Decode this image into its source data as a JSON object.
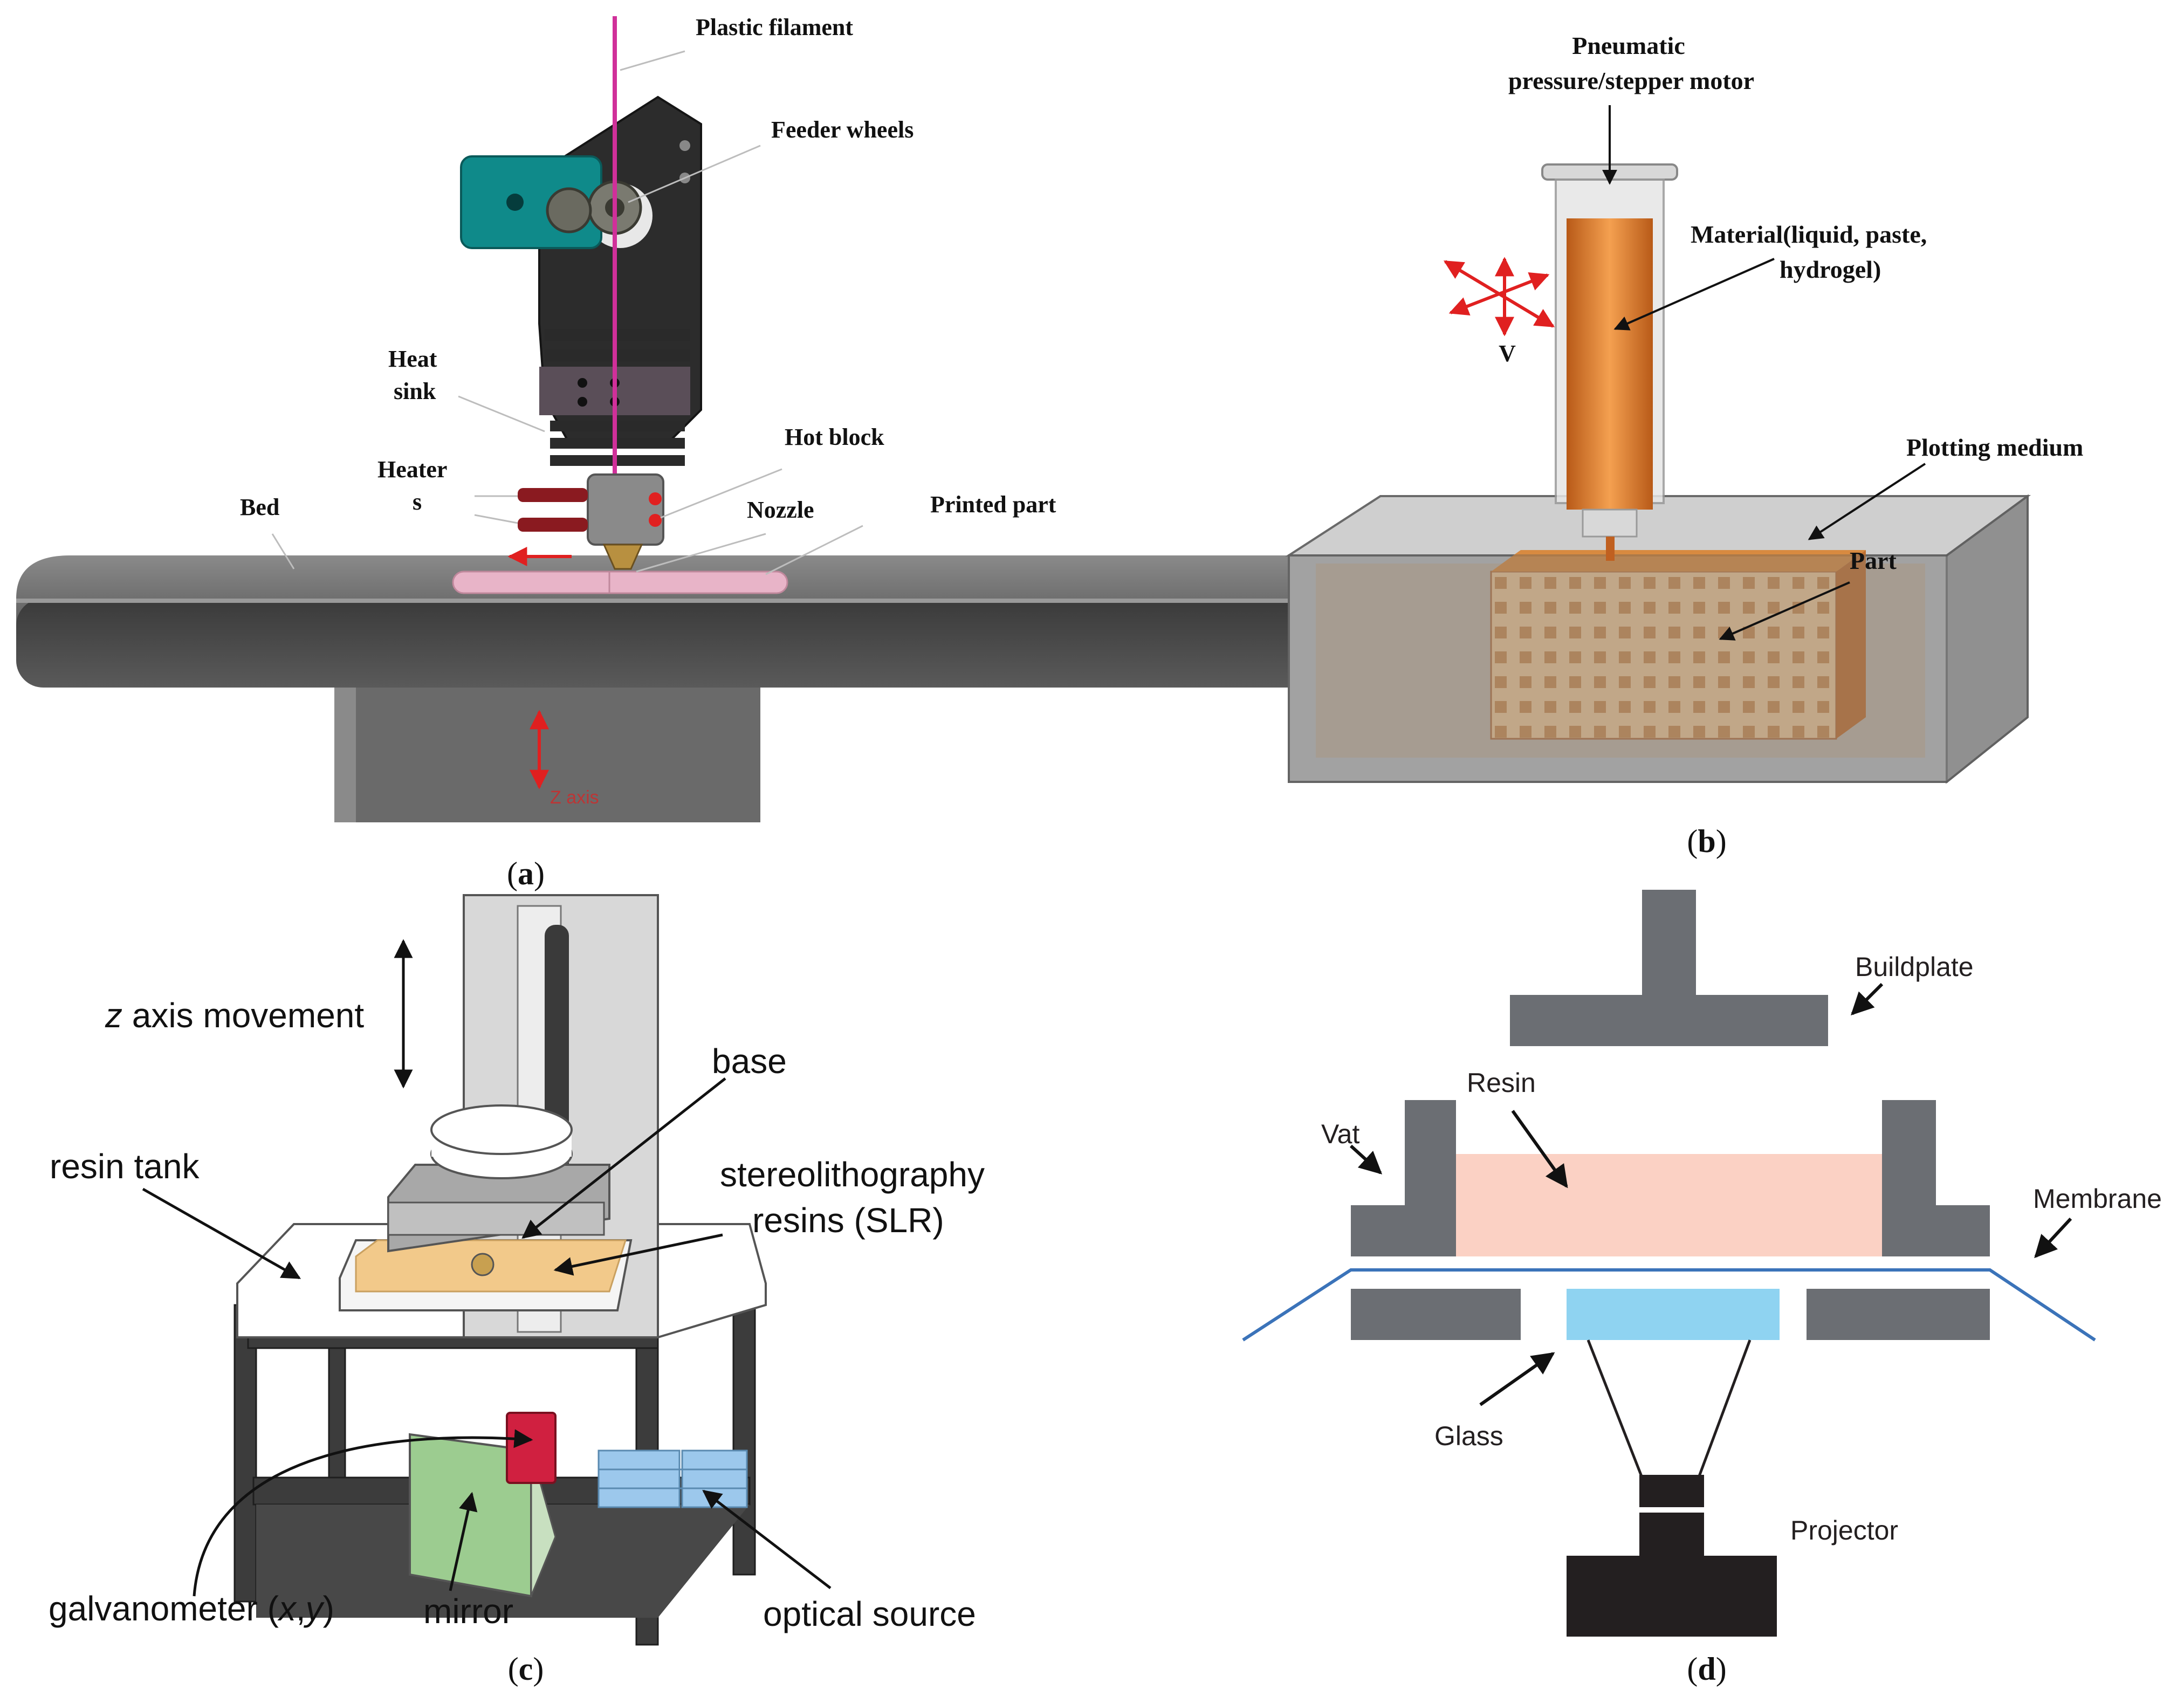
{
  "panels": {
    "a": {
      "caption_letter": "a",
      "labels": {
        "plastic_filament": "Plastic filament",
        "feeder_wheels": "Feeder wheels",
        "heat_sink_line1": "Heat",
        "heat_sink_line2": "sink",
        "heaters_line1": "Heater",
        "heaters_line2": "s",
        "hot_block": "Hot block",
        "bed": "Bed",
        "nozzle": "Nozzle",
        "printed_part": "Printed part"
      },
      "colors": {
        "filament": "#d0309a",
        "motor": "#0f8a8a",
        "bed": "#4a4a4a",
        "heater": "#8a1a20",
        "part": "#e8b4c8",
        "arrow": "#e02020"
      }
    },
    "b": {
      "caption_letter": "b",
      "labels": {
        "pneumatic_line1": "Pneumatic",
        "pneumatic_line2": "pressure/stepper motor",
        "material_line1": "Material(liquid, paste,",
        "material_line2": "hydrogel)",
        "velocity": "V",
        "plotting_medium": "Plotting medium",
        "part": "Part"
      },
      "colors": {
        "syringe": "#e08030",
        "tank": "#8e8e8e",
        "part": "#e8c090",
        "arrow": "#e02020"
      }
    },
    "c": {
      "caption_letter": "c",
      "labels": {
        "z_axis_italic": "z",
        "z_axis_rest": " axis movement",
        "base": "base",
        "resin_tank": "resin tank",
        "slr_line1": "stereolithography",
        "slr_line2": "resins (SLR)",
        "galvanometer_prefix": "galvanometer (",
        "galvanometer_x": "x",
        "galvanometer_comma": ",",
        "galvanometer_y": "y",
        "galvanometer_suffix": ")",
        "mirror": "mirror",
        "optical_source": "optical source"
      },
      "colors": {
        "frame": "#3c3c3c",
        "resin": "#f2c98a",
        "mirror": "#9ccc90",
        "galvo": "#d02040",
        "optics": "#9cc8ec"
      }
    },
    "d": {
      "caption_letter": "d",
      "labels": {
        "buildplate": "Buildplate",
        "resin": "Resin",
        "vat": "Vat",
        "membrane": "Membrane",
        "glass": "Glass",
        "projector": "Projector"
      },
      "colors": {
        "structure": "#6b6e73",
        "resin": "#fbd1c4",
        "glass": "#8fd3f1",
        "membrane": "#3b73b9",
        "projector": "#231f20"
      }
    }
  }
}
